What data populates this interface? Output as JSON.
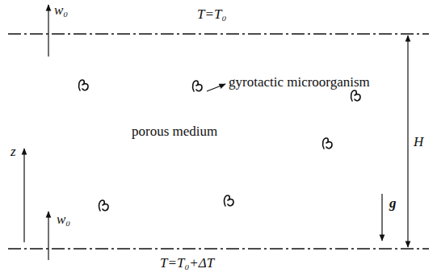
{
  "diagram": {
    "labels": [
      "w₀",
      "T=T₀",
      "gyrotactic microorganism",
      "porous medium",
      "H",
      "z",
      "w₀",
      "g",
      "T=T₀+ΔT"
    ]
  }
}
